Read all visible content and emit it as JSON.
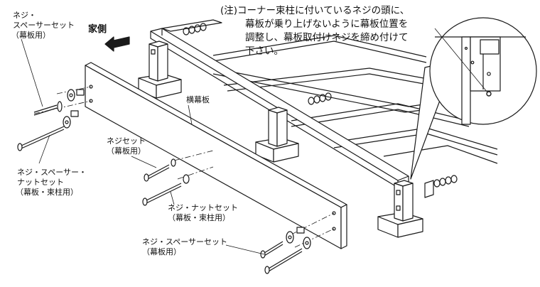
{
  "direction": {
    "label": "家側"
  },
  "note": {
    "lines": [
      "(注)コーナー束柱に付いているネジの頭に、",
      "幕板が乗り上げないように幕板位置を",
      "調整し、幕板取付けネジを締め付けて",
      "下さい。"
    ]
  },
  "labels": {
    "screw_spacer_top": [
      "ネジ・",
      "スペーサーセット",
      "（幕板用）"
    ],
    "screw_spacer_nut": [
      "ネジ・スペーサー・",
      "ナットセット",
      "（幕板・束柱用）"
    ],
    "screw_set": [
      "ネジセット",
      "（幕板用）"
    ],
    "side_board": "横幕板",
    "screw_nut_set": [
      "ネジ・ナットセット",
      "（幕板・束柱用）"
    ],
    "screw_spacer_bottom": [
      "ネジ・スペーサーセット",
      "（幕板用）"
    ]
  }
}
